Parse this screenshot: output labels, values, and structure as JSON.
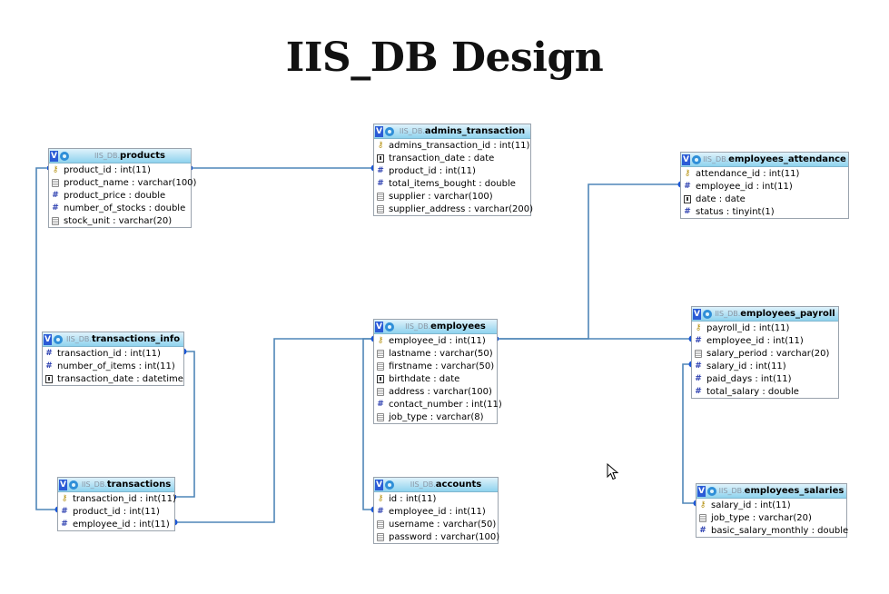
{
  "title": "IIS_DB Design",
  "db_prefix": "IIS_DB.",
  "tables": {
    "products": {
      "name": "products",
      "columns": [
        {
          "icon": "key-icon",
          "text": "product_id : int(11)"
        },
        {
          "icon": "text-icon",
          "text": "product_name : varchar(100)"
        },
        {
          "icon": "number-icon",
          "text": "product_price : double"
        },
        {
          "icon": "number-icon",
          "text": "number_of_stocks : double"
        },
        {
          "icon": "text-icon",
          "text": "stock_unit : varchar(20)"
        }
      ]
    },
    "admins_transaction": {
      "name": "admins_transaction",
      "columns": [
        {
          "icon": "key-icon",
          "text": "admins_transaction_id : int(11)"
        },
        {
          "icon": "date-icon",
          "text": "transaction_date : date"
        },
        {
          "icon": "number-icon",
          "text": "product_id : int(11)"
        },
        {
          "icon": "number-icon",
          "text": "total_items_bought : double"
        },
        {
          "icon": "text-icon",
          "text": "supplier : varchar(100)"
        },
        {
          "icon": "text-icon",
          "text": "supplier_address : varchar(200)"
        }
      ]
    },
    "employees_attendance": {
      "name": "employees_attendance",
      "columns": [
        {
          "icon": "key-icon",
          "text": "attendance_id : int(11)"
        },
        {
          "icon": "number-icon",
          "text": "employee_id : int(11)"
        },
        {
          "icon": "date-icon",
          "text": "date : date"
        },
        {
          "icon": "number-icon",
          "text": "status : tinyint(1)"
        }
      ]
    },
    "transactions_info": {
      "name": "transactions_info",
      "columns": [
        {
          "icon": "number-icon",
          "text": "transaction_id : int(11)"
        },
        {
          "icon": "number-icon",
          "text": "number_of_items : int(11)"
        },
        {
          "icon": "date-icon",
          "text": "transaction_date : datetime"
        }
      ]
    },
    "employees": {
      "name": "employees",
      "columns": [
        {
          "icon": "key-icon",
          "text": "employee_id : int(11)"
        },
        {
          "icon": "text-icon",
          "text": "lastname : varchar(50)"
        },
        {
          "icon": "text-icon",
          "text": "firstname : varchar(50)"
        },
        {
          "icon": "date-icon",
          "text": "birthdate : date"
        },
        {
          "icon": "text-icon",
          "text": "address : varchar(100)"
        },
        {
          "icon": "number-icon",
          "text": "contact_number : int(11)"
        },
        {
          "icon": "text-icon",
          "text": "job_type : varchar(8)"
        }
      ]
    },
    "employees_payroll": {
      "name": "employees_payroll",
      "columns": [
        {
          "icon": "key-icon",
          "text": "payroll_id : int(11)"
        },
        {
          "icon": "number-icon",
          "text": "employee_id : int(11)"
        },
        {
          "icon": "text-icon",
          "text": "salary_period : varchar(20)"
        },
        {
          "icon": "number-icon",
          "text": "salary_id : int(11)"
        },
        {
          "icon": "number-icon",
          "text": "paid_days : int(11)"
        },
        {
          "icon": "number-icon",
          "text": "total_salary : double"
        }
      ]
    },
    "transactions": {
      "name": "transactions",
      "columns": [
        {
          "icon": "key-icon",
          "text": "transaction_id : int(11)"
        },
        {
          "icon": "number-icon",
          "text": "product_id : int(11)"
        },
        {
          "icon": "number-icon",
          "text": "employee_id : int(11)"
        }
      ]
    },
    "accounts": {
      "name": "accounts",
      "columns": [
        {
          "icon": "key-icon",
          "text": "id : int(11)"
        },
        {
          "icon": "number-icon",
          "text": "employee_id : int(11)"
        },
        {
          "icon": "text-icon",
          "text": "username : varchar(50)"
        },
        {
          "icon": "text-icon",
          "text": "password : varchar(100)"
        }
      ]
    },
    "employees_salaries": {
      "name": "employees_salaries",
      "columns": [
        {
          "icon": "key-icon",
          "text": "salary_id : int(11)"
        },
        {
          "icon": "text-icon",
          "text": "job_type : varchar(20)"
        },
        {
          "icon": "number-icon",
          "text": "basic_salary_monthly : double"
        }
      ]
    }
  },
  "colors": {
    "line": "#4f86b8",
    "header_top": "#dff2fb",
    "header_bottom": "#8fd3ee",
    "badge": "#2b5bd6"
  }
}
